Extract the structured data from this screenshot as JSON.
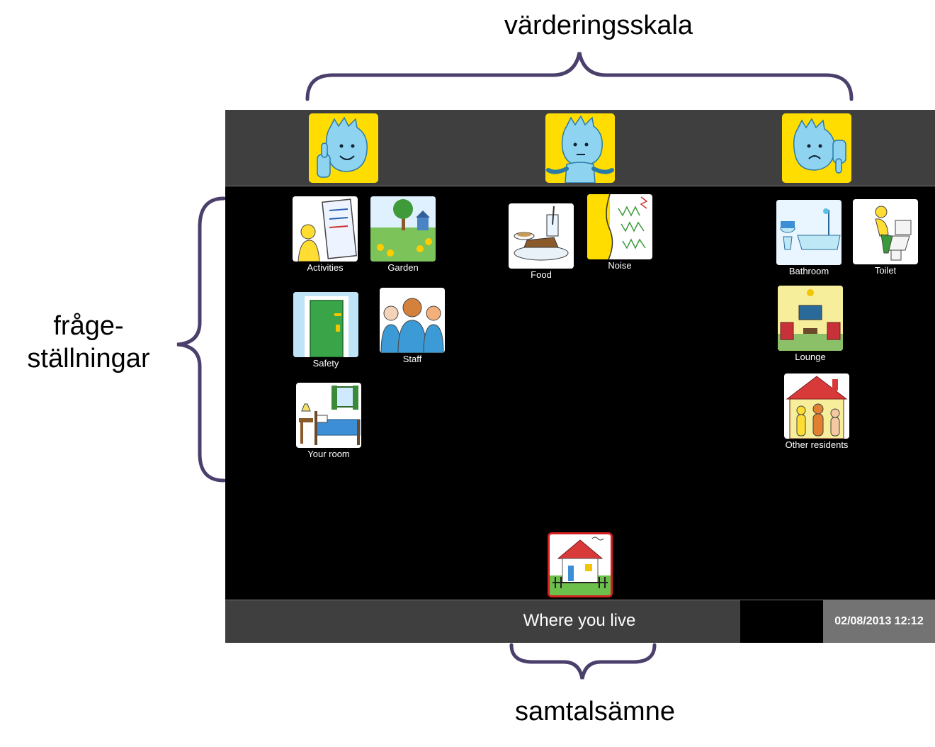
{
  "annotations": {
    "rating_scale": "värderingsskala",
    "questions_line1": "fråge-",
    "questions_line2": "ställningar",
    "topic": "samtalsämne"
  },
  "rating_faces": [
    {
      "name": "happy-face",
      "meaning": "thumbs up"
    },
    {
      "name": "neutral-face",
      "meaning": "unsure"
    },
    {
      "name": "sad-face",
      "meaning": "thumbs down"
    }
  ],
  "items": {
    "activities": "Activities",
    "garden": "Garden",
    "safety": "Safety",
    "staff": "Staff",
    "your_room": "Your room",
    "food": "Food",
    "noise": "Noise",
    "bathroom": "Bathroom",
    "toilet": "Toilet",
    "lounge": "Lounge",
    "other_residents": "Other residents"
  },
  "topic": {
    "label": "Where you live",
    "icon": "house-icon"
  },
  "status": {
    "datetime": "02/08/2013 12:12"
  },
  "colors": {
    "brace": "#4b3f6b",
    "face_bg": "#ffdd00",
    "bar": "#3f3f3f",
    "topic_border": "#d32020"
  }
}
